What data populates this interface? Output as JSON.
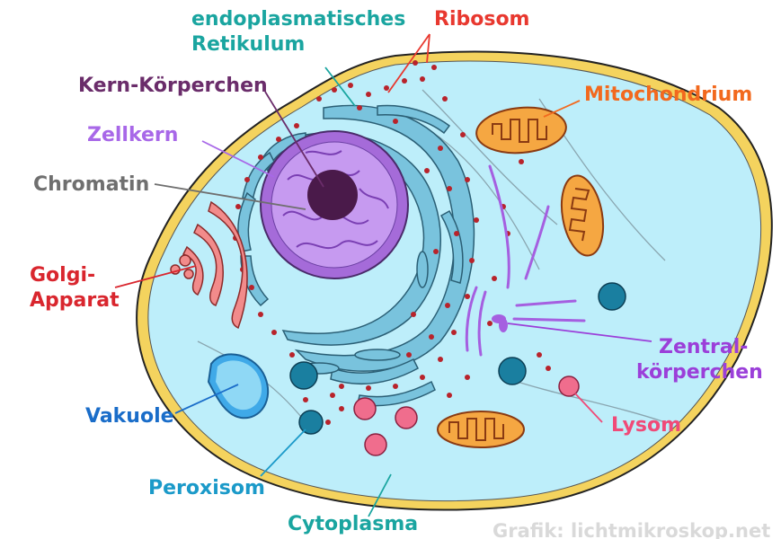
{
  "labels": {
    "er_line1": "endoplasmatisches",
    "er_line2": "Retikulum",
    "ribosom": "Ribosom",
    "kernkoerperchen": "Kern-Körperchen",
    "mitochondrium": "Mitochondrium",
    "zellkern": "Zellkern",
    "chromatin": "Chromatin",
    "golgi_line1": "Golgi-",
    "golgi_line2": "Apparat",
    "zentral_line1": "Zentral-",
    "zentral_line2": "körperchen",
    "vakuole": "Vakuole",
    "lysom": "Lysom",
    "peroxisom": "Peroxisom",
    "cytoplasma": "Cytoplasma"
  },
  "credit": "Grafik: lichtmikroskop.net",
  "colors": {
    "membrane": "#f4d35e",
    "cytoplasm": "#bdeefa",
    "er": "#79c3dd",
    "ribosome": "#b8232b",
    "nucleus": "#a56bd9",
    "nucleolus": "#4a1a4a",
    "golgi": "#f28b8b",
    "mitochondrion": "#f5a742",
    "vacuole": "#3fa9e8",
    "peroxisome": "#1a7fa0",
    "lysosome": "#f06d8d",
    "centrosome": "#a55fe0",
    "label_er": "#1aa5a0",
    "label_ribosom": "#e8382f",
    "label_kern": "#6a2c6a",
    "label_mito": "#f2691e",
    "label_zellkern": "#a868e8",
    "label_chromatin": "#6f6f6f",
    "label_golgi": "#d9262e",
    "label_zentral": "#9b3fd9",
    "label_vakuole": "#1a6dc9",
    "label_lysom": "#f04a78",
    "label_peroxisom": "#1b9ac9",
    "label_cytoplasma": "#1aa5a0"
  }
}
